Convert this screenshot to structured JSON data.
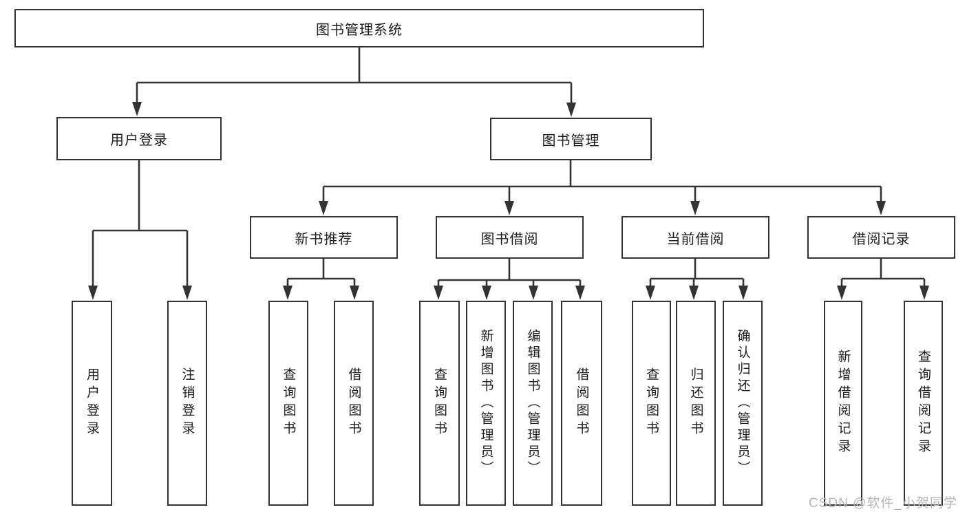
{
  "diagram": {
    "root": {
      "label": "图书管理系统"
    },
    "level2": [
      {
        "label": "用户登录"
      },
      {
        "label": "图书管理"
      }
    ],
    "level3": [
      {
        "label": "新书推荐"
      },
      {
        "label": "图书借阅"
      },
      {
        "label": "当前借阅"
      },
      {
        "label": "借阅记录"
      }
    ],
    "leaves": {
      "user_login": [
        "用户登录",
        "注销登录"
      ],
      "new_book": [
        "查询图书",
        "借阅图书"
      ],
      "book_borrow": [
        "查询图书",
        "新增图书（管理员）",
        "编辑图书（管理员）",
        "借阅图书"
      ],
      "current_borrow": [
        "查询图书",
        "归还图书",
        "确认归还（管理员）"
      ],
      "borrow_records": [
        "新增借阅记录",
        "查询借阅记录"
      ]
    },
    "colors": {
      "line": "#333333",
      "text": "#1c1c1c",
      "watermark": "#b6b6b6",
      "background": "#ffffff"
    }
  },
  "watermark": {
    "text": "CSDN @软件_小贺同学"
  }
}
